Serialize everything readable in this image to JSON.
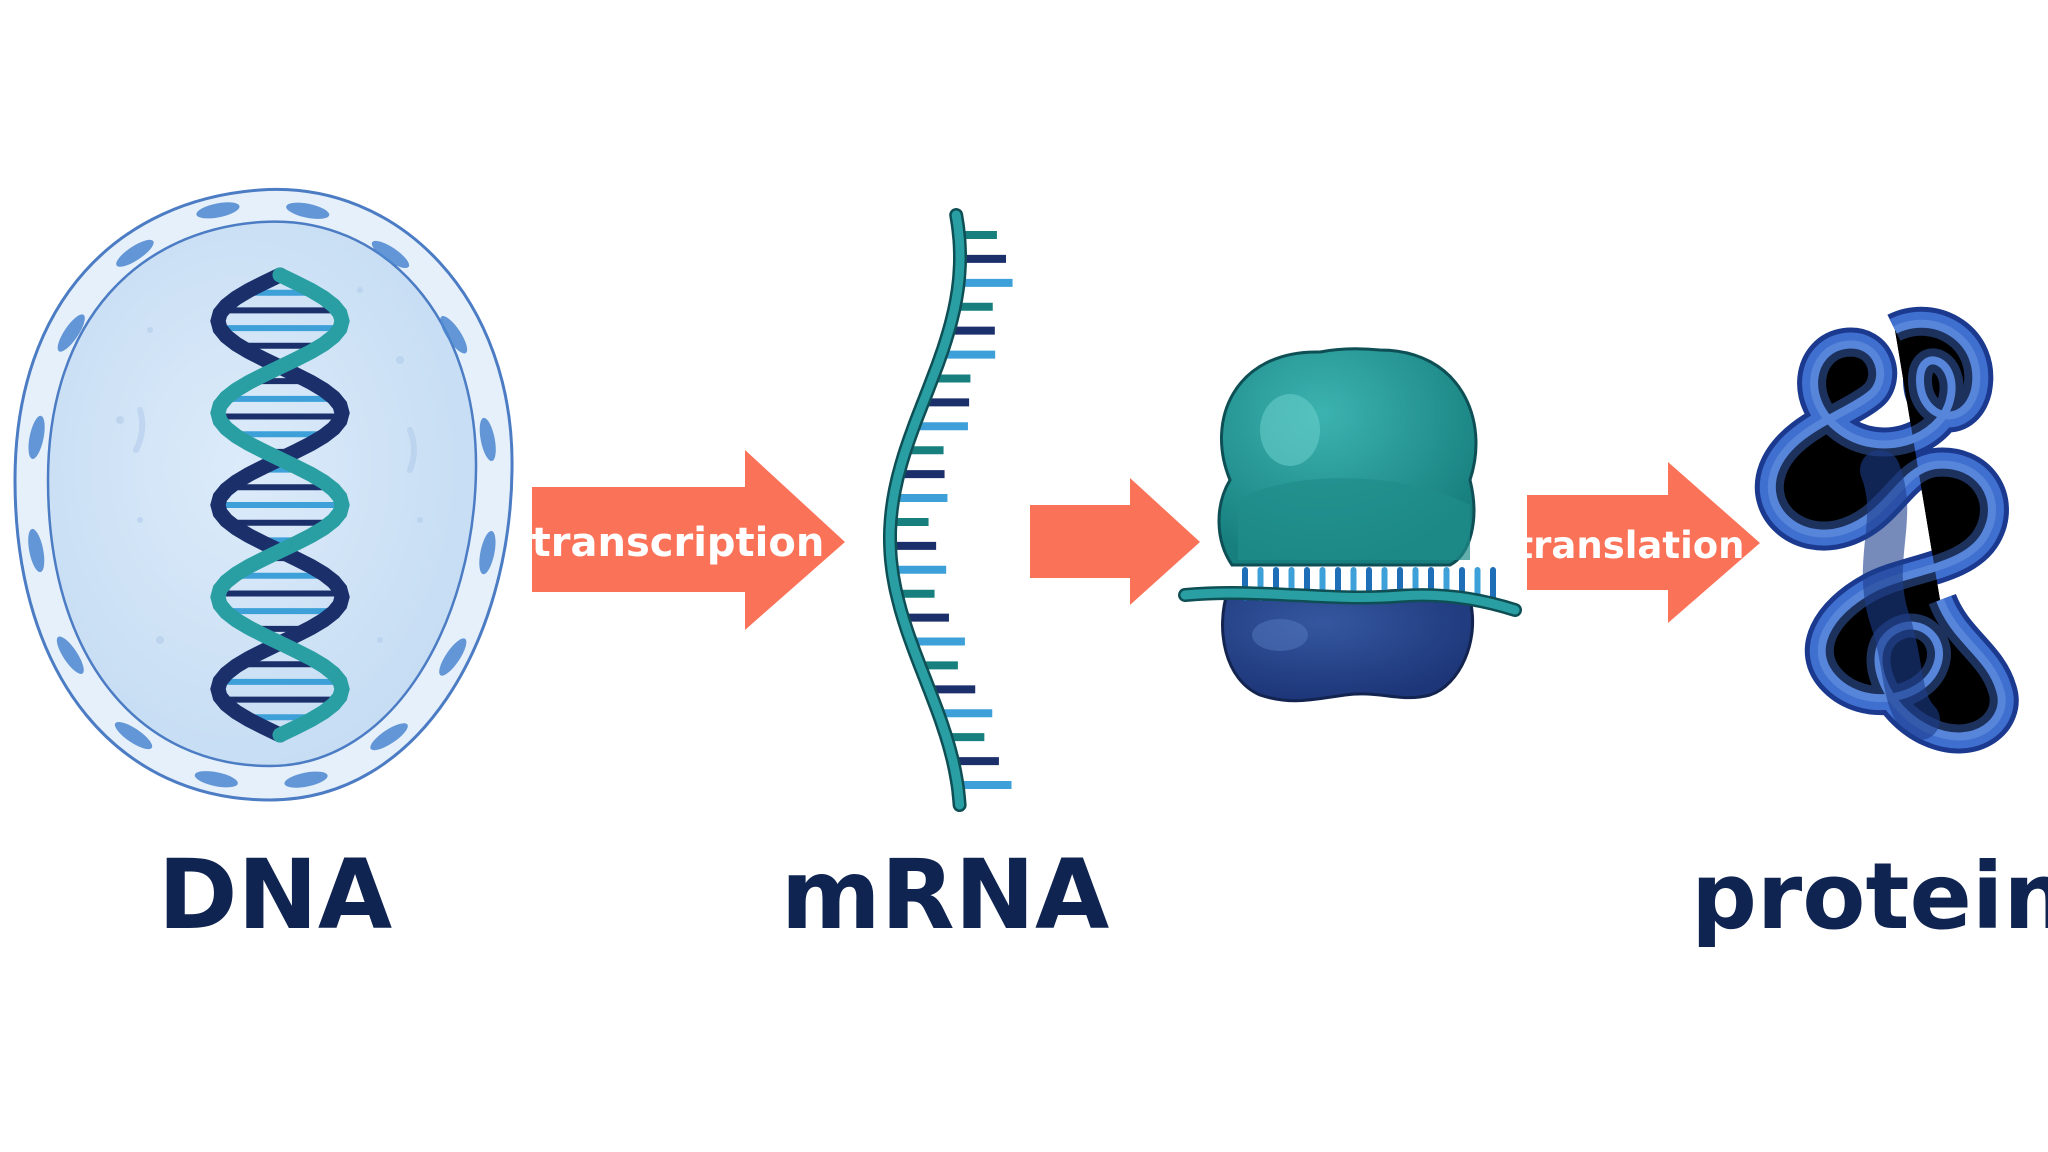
{
  "labels": {
    "dna": "DNA",
    "mrna": "mRNA",
    "protein": "protein"
  },
  "arrows": {
    "transcription": "transcription",
    "translation": "translation"
  },
  "colors": {
    "label_text": "#0f2451",
    "arrow": "#fa7359",
    "arrow_text": "#ffffff",
    "teal": "#2a9fa3",
    "dark_teal": "#17807f",
    "navy": "#1b2f6b",
    "blue": "#3f79c9",
    "light_blue": "#3ea0d8",
    "nucleus_fill": "#d3e5f7",
    "nucleus_stroke": "#4b7cc4",
    "nucleus_spot": "#4a86cf"
  },
  "icons": [
    "nucleus-icon",
    "dna-helix-icon",
    "mrna-strand-icon",
    "ribosome-icon",
    "protein-fold-icon"
  ]
}
